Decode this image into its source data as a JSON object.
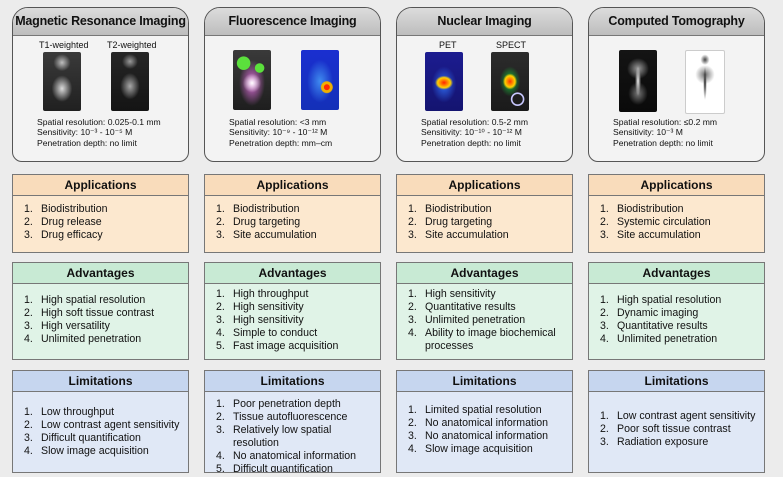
{
  "modalities": [
    {
      "title": "Magnetic Resonance Imaging",
      "images": [
        {
          "label": "T1-weighted",
          "icon": "mri-t1-mouse-scan",
          "colors": [
            "#2a2a2a",
            "#9c9c9c",
            "#e0e0e0"
          ]
        },
        {
          "label": "T2-weighted",
          "icon": "mri-t2-mouse-scan",
          "colors": [
            "#1c1c1c",
            "#6b6b6b",
            "#c4c4c4"
          ]
        }
      ],
      "specs": {
        "resolution": "Spatial resolution: 0.025-0.1 mm",
        "sensitivity": "Sensitivity: 10⁻³ - 10⁻⁵ M",
        "depth": "Penetration depth: no limit"
      },
      "applications": [
        "Biodistribution",
        "Drug release",
        "Drug efficacy"
      ],
      "advantages": [
        "High spatial resolution",
        "High soft tissue contrast",
        "High versatility",
        "Unlimited penetration"
      ],
      "limitations": [
        "Low throughput",
        "Low contrast  agent sensitivity",
        "Difficult quantification",
        "Slow image acquisition"
      ]
    },
    {
      "title": "Fluorescence Imaging",
      "images": [
        {
          "label": "",
          "icon": "fluorescence-mouse-scan",
          "colors": [
            "#2c2c2c",
            "#d56ad3",
            "#52d23b",
            "#ffffff"
          ]
        },
        {
          "label": "",
          "icon": "fluorescence-mouse-heatmap",
          "colors": [
            "#1830c8",
            "#3f8bf0",
            "#f0b000",
            "#ff2a00"
          ]
        }
      ],
      "specs": {
        "resolution": "Spatial resolution: <3 mm",
        "sensitivity": "Sensitivity: 10⁻⁹ - 10⁻¹² M",
        "depth": "Penetration depth: mm–cm"
      },
      "applications": [
        "Biodistribution",
        "Drug targeting",
        "Site accumulation"
      ],
      "advantages": [
        "High throughput",
        "High sensitivity",
        "High sensitivity",
        "Simple to conduct",
        "Fast image acquisition"
      ],
      "limitations": [
        "Poor penetration depth",
        "Tissue autofluorescence",
        "Relatively low spatial resolution",
        "No anatomical information",
        "Difficult quantification"
      ]
    },
    {
      "title": "Nuclear Imaging",
      "images": [
        {
          "label": "PET",
          "icon": "pet-mouse-scan",
          "colors": [
            "#1a1a8a",
            "#2f6cf0",
            "#ffd000",
            "#ff2200"
          ]
        },
        {
          "label": "SPECT",
          "icon": "spect-mouse-scan",
          "colors": [
            "#202020",
            "#8a8a8a",
            "#18c23a",
            "#ff3300"
          ]
        }
      ],
      "specs": {
        "resolution": "Spatial resolution: 0.5-2 mm",
        "sensitivity": "Sensitivity: 10⁻¹⁰ - 10⁻¹² M",
        "depth": "Penetration depth: no limit"
      },
      "applications": [
        "Biodistribution",
        "Drug targeting",
        "Site accumulation"
      ],
      "advantages": [
        "High sensitivity",
        "Quantitative results",
        "Unlimited penetration",
        "Ability to image biochemical processes"
      ],
      "limitations": [
        "Limited spatial resolution",
        "No anatomical information",
        "No anatomical information",
        "Slow image acquisition"
      ]
    },
    {
      "title": "Computed Tomography",
      "images": [
        {
          "label": "",
          "icon": "ct-mouse-scan",
          "colors": [
            "#101010",
            "#8a8a8a",
            "#f0f0f0"
          ]
        },
        {
          "label": "",
          "icon": "ct-mouse-skeleton",
          "colors": [
            "#ffffff",
            "#707070",
            "#1a1a1a"
          ]
        }
      ],
      "specs": {
        "resolution": "Spatial resolution: ≤0.2 mm",
        "sensitivity": "Sensitivity: 10⁻³ M",
        "depth": "Penetration depth: no limit"
      },
      "applications": [
        "Biodistribution",
        "Systemic circulation",
        "Site accumulation"
      ],
      "advantages": [
        "High spatial resolution",
        "Dynamic imaging",
        "Quantitative results",
        "Unlimited penetration"
      ],
      "limitations": [
        "Low contrast  agent sensitivity",
        "Poor soft tissue contrast",
        "Radiation exposure"
      ]
    }
  ],
  "section_titles": {
    "applications": "Applications",
    "advantages": "Advantages",
    "limitations": "Limitations"
  },
  "list_numbers": [
    "1.",
    "2.",
    "3.",
    "4.",
    "5."
  ]
}
